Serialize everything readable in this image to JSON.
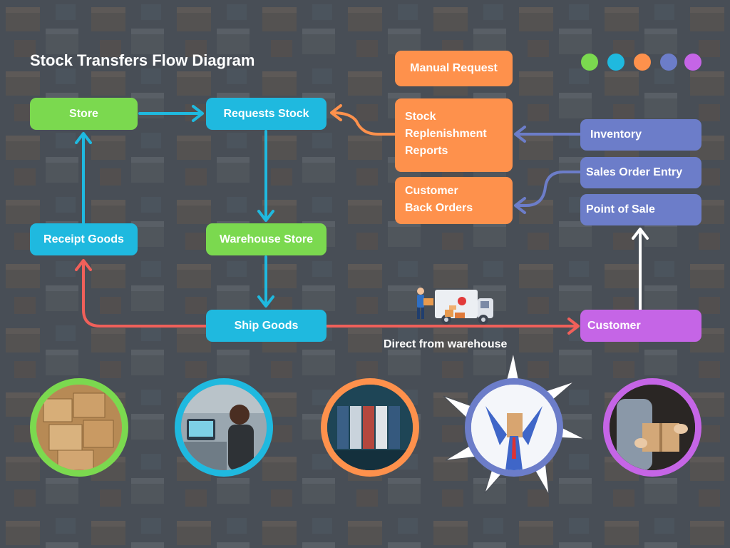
{
  "title": "Stock Transfers Flow Diagram",
  "palette": [
    "#7bd94f",
    "#1fb9df",
    "#fe914c",
    "#6c7dc9",
    "#c565e6"
  ],
  "nodes": {
    "store": "Store",
    "requests_stock": "Requests Stock",
    "receipt_goods": "Receipt Goods",
    "warehouse_store": "Warehouse Store",
    "ship_goods": "Ship Goods",
    "manual_request": "Manual Request",
    "stock_replenishment_reports": "Stock\nReplenishment\nReports",
    "customer_back_orders": "Customer\nBack Orders",
    "inventory": "Inventory",
    "sales_order_entry": "Sales Order Entry",
    "point_of_sale": "Point of Sale",
    "customer": "Customer"
  },
  "edge_label": "Direct from warehouse",
  "photos": [
    "cardboard-boxes-icon",
    "warehouse-worker-icon",
    "shipping-containers-icon",
    "stressed-businessman-icon",
    "package-delivery-icon"
  ]
}
